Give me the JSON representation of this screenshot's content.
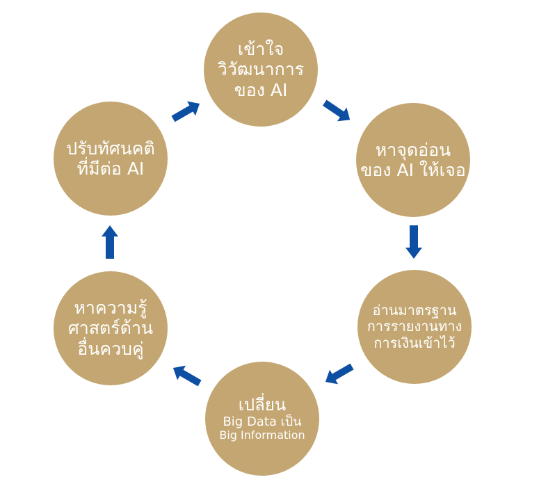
{
  "colors": {
    "circle_fill": "#c3a671",
    "arrow": "#0d4fa3",
    "text": "#ffffff"
  },
  "steps": [
    {
      "lines": [
        "เข้าใจ",
        "วิวัฒนาการ",
        "ของ AI"
      ]
    },
    {
      "lines": [
        "หาจุดอ่อน",
        "ของ AI ให้เจอ"
      ]
    },
    {
      "lines": [
        "อ่านมาตรฐาน",
        "การรายงานทาง",
        "การเงินเข้าไว้"
      ]
    },
    {
      "lines": [
        "เปลี่ยน",
        "Big Data เป็น",
        "Big Information"
      ]
    },
    {
      "lines": [
        "หาความรู้",
        "ศาสตร์ด้าน",
        "อื่นควบคู่"
      ]
    },
    {
      "lines": [
        "ปรับทัศนคติ",
        "ที่มีต่อ AI"
      ]
    }
  ]
}
